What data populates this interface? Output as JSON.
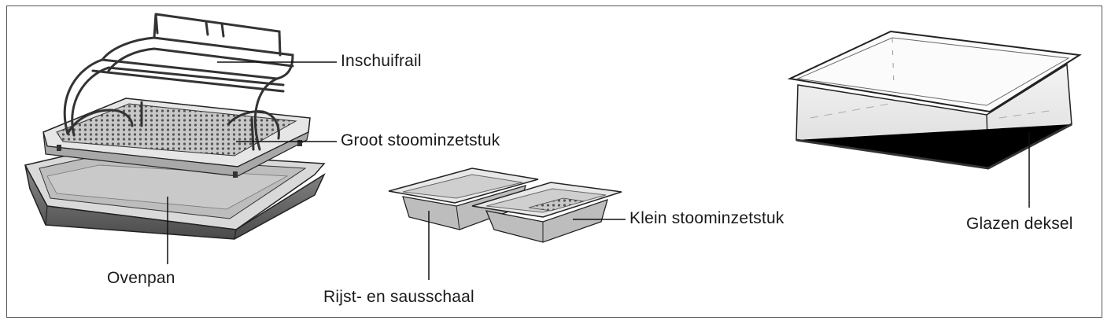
{
  "labels": {
    "inschuifrail": "Inschuifrail",
    "groot": "Groot stoominzetstuk",
    "ovenpan": "Ovenpan",
    "rijst": "Rijst- en sausschaal",
    "klein": "Klein stoominzetstuk",
    "deksel": "Glazen deksel"
  }
}
